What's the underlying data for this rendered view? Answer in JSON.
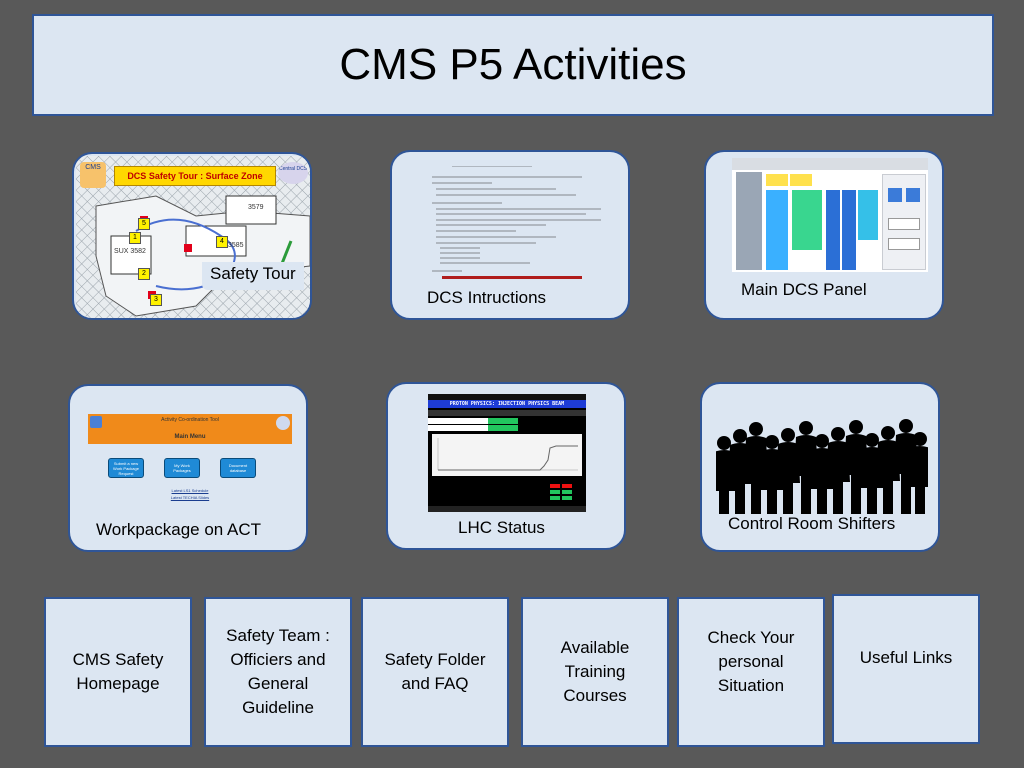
{
  "title": "CMS P5 Activities",
  "cards": {
    "safety_tour": {
      "label": "Safety Tour",
      "thumb_header": "DCS Safety Tour : Surface Zone",
      "logo_left": "CMS",
      "logo_right": "Central DCS",
      "marker_numbers": [
        "1",
        "2",
        "3",
        "4",
        "5"
      ],
      "building_labels": [
        "SUX 3582",
        "3585",
        "3579"
      ]
    },
    "dcs_instructions": {
      "label": "DCS Intructions"
    },
    "main_dcs_panel": {
      "label": "Main DCS Panel"
    },
    "workpackage_act": {
      "label": "Workpackage on ACT",
      "thumb_header": "Activity Co-ordination Tool",
      "thumb_menu": "Main Menu",
      "thumb_buttons": [
        "Submit a new Work Package Request",
        "My Work Packages",
        "Document database"
      ],
      "thumb_links": [
        "Latest LS1 Schedule",
        "Latest TECHIA Slides"
      ]
    },
    "lhc_status": {
      "label": "LHC Status",
      "thumb_banner": "PROTON PHYSICS: INJECTION PHYSICS BEAM"
    },
    "control_room": {
      "label": "Control Room Shifters"
    }
  },
  "tiles": [
    {
      "lines": [
        "CMS Safety",
        "Homepage"
      ]
    },
    {
      "lines": [
        "Safety Team :",
        "Officiers and",
        "General",
        "Guideline"
      ]
    },
    {
      "lines": [
        "Safety Folder",
        "and FAQ"
      ]
    },
    {
      "lines": [
        "Available",
        "Training",
        "Courses"
      ]
    },
    {
      "lines": [
        "Check Your",
        "personal",
        "Situation"
      ]
    },
    {
      "lines": [
        "Useful Links"
      ]
    }
  ]
}
